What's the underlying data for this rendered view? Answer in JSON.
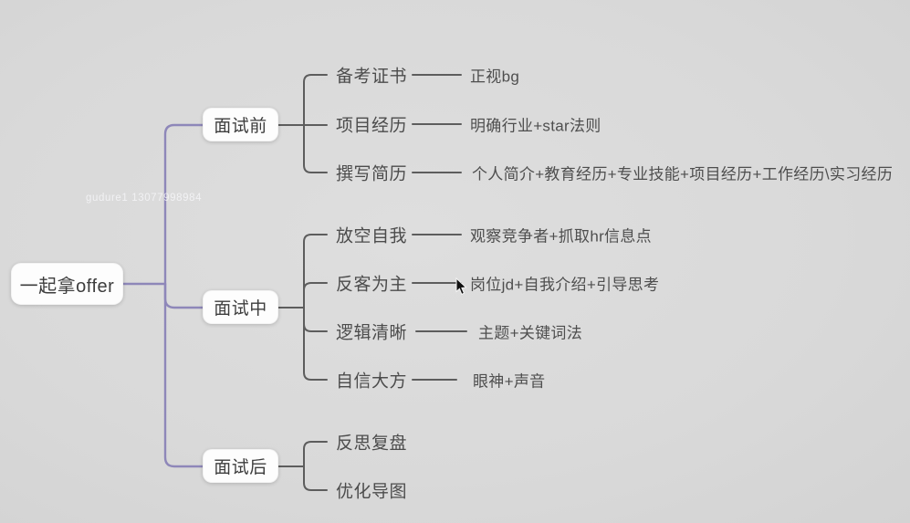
{
  "canvas": {
    "background": "#d9d9d9",
    "branch_line_color": "#8e87b9",
    "sub_line_color": "#5d5d5d",
    "node_fill": "#fdfdfd",
    "text_color": "#4c4c4c"
  },
  "watermark": "gudure1 13077998984",
  "mindmap": {
    "root": "一起拿offer",
    "branches": [
      {
        "label": "面试前",
        "children": [
          {
            "label": "备考证书",
            "leaf": "正视bg"
          },
          {
            "label": "项目经历",
            "leaf": "明确行业+star法则"
          },
          {
            "label": "撰写简历",
            "leaf": "个人简介+教育经历+专业技能+项目经历+工作经历\\实习经历"
          }
        ]
      },
      {
        "label": "面试中",
        "children": [
          {
            "label": "放空自我",
            "leaf": "观察竞争者+抓取hr信息点"
          },
          {
            "label": "反客为主",
            "leaf": "岗位jd+自我介绍+引导思考"
          },
          {
            "label": "逻辑清晰",
            "leaf": "主题+关键词法"
          },
          {
            "label": "自信大方",
            "leaf": "眼神+声音"
          }
        ]
      },
      {
        "label": "面试后",
        "children": [
          {
            "label": "反思复盘"
          },
          {
            "label": "优化导图"
          }
        ]
      }
    ]
  }
}
